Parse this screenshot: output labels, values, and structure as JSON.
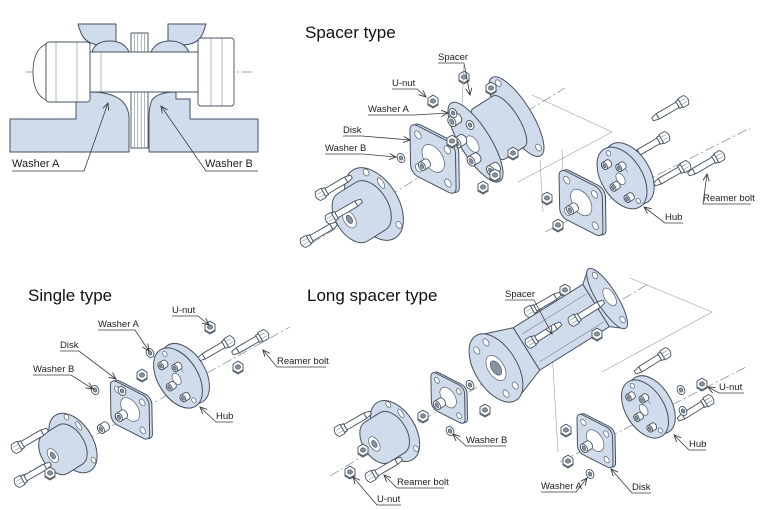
{
  "colors": {
    "background": "#ffffff",
    "part_fill": "#d0dcec",
    "outline": "#46525f",
    "leader": "#3c3c3c",
    "text": "#1d1d1d"
  },
  "panels": {
    "cross_section": {
      "labels": {
        "washer_a": "Washer A",
        "washer_b": "Washer B"
      }
    },
    "spacer_type": {
      "title": "Spacer type",
      "labels": {
        "spacer": "Spacer",
        "u_nut": "U-nut",
        "washer_a": "Washer A",
        "disk": "Disk",
        "washer_b": "Washer B",
        "reamer_bolt": "Reamer bolt",
        "hub": "Hub"
      }
    },
    "single_type": {
      "title": "Single type",
      "labels": {
        "u_nut": "U-nut",
        "washer_a": "Washer A",
        "disk": "Disk",
        "washer_b": "Washer B",
        "reamer_bolt": "Reamer bolt",
        "hub": "Hub"
      }
    },
    "long_spacer_type": {
      "title": "Long spacer type",
      "labels": {
        "spacer": "Spacer",
        "washer_b": "Washer B",
        "reamer_bolt": "Reamer bolt",
        "u_nut_left": "U-nut",
        "washer_a": "Washer A",
        "disk": "Disk",
        "hub": "Hub",
        "u_nut_right": "U-nut"
      }
    }
  }
}
